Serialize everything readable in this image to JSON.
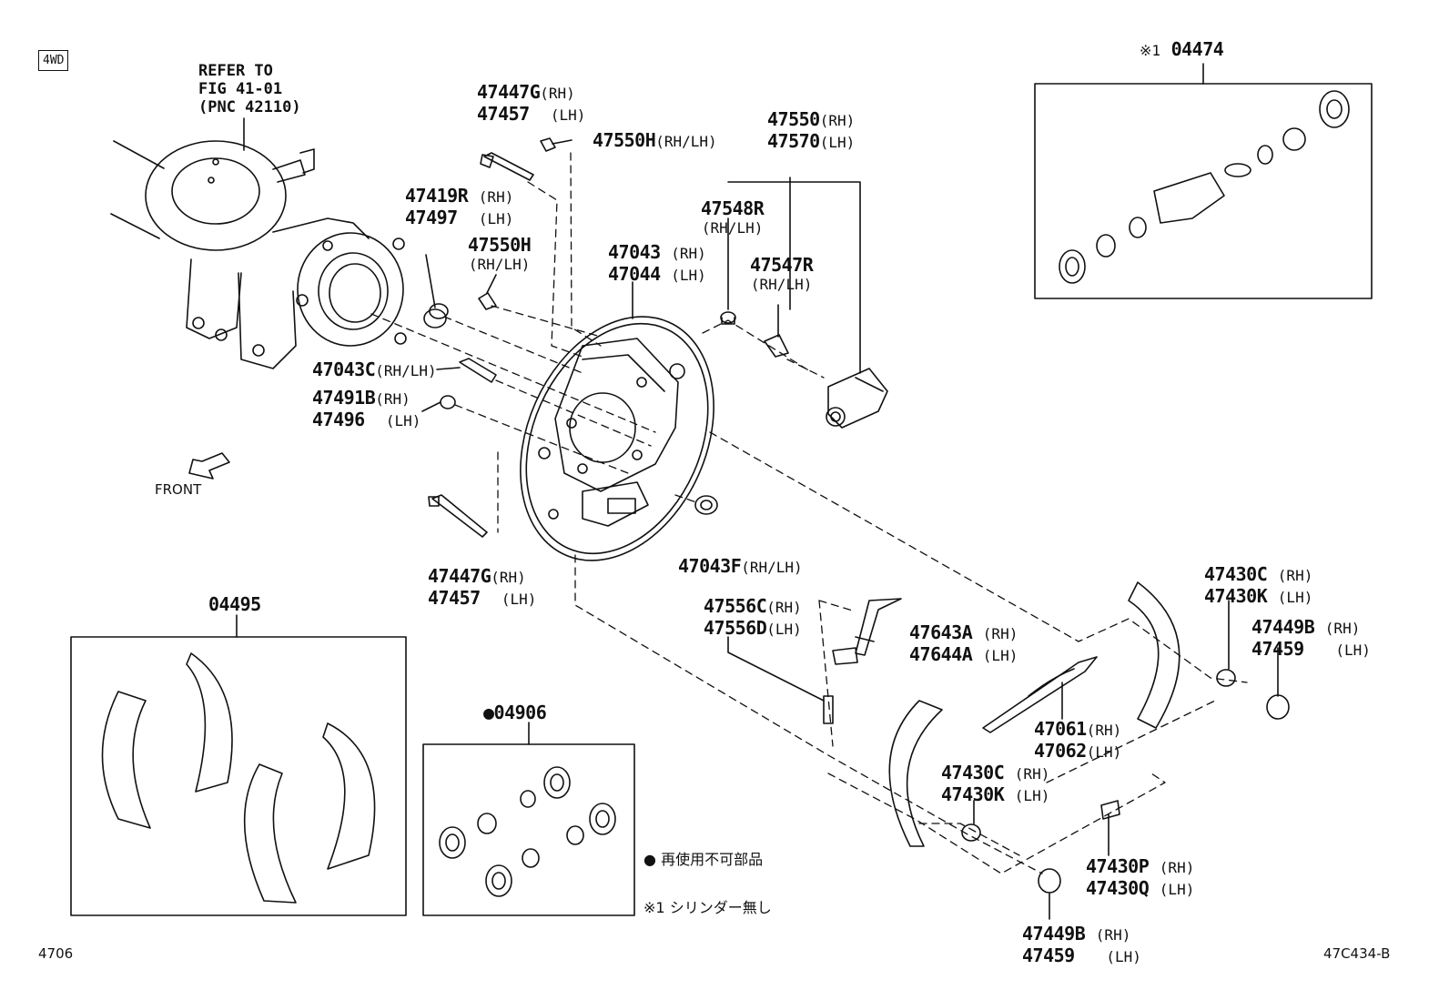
{
  "badge": "4WD",
  "refer": [
    "REFER TO",
    "FIG 41-01",
    "(PNC 42110)"
  ],
  "front": "FRONT",
  "parts": {
    "p04474": {
      "mark": "※1",
      "pn": "04474"
    },
    "p47447G_top": {
      "l1": "47447G",
      "s1": "(RH)",
      "l2": "47457",
      "s2": "(LH)"
    },
    "p47550H_top": {
      "pn": "47550H",
      "s": "(RH/LH)"
    },
    "p47550": {
      "l1": "47550",
      "s1": "(RH)",
      "l2": "47570",
      "s2": "(LH)"
    },
    "p47419R": {
      "l1": "47419R",
      "s1": "(RH)",
      "l2": "47497",
      "s2": "(LH)"
    },
    "p47548R": {
      "pn": "47548R",
      "s": "(RH/LH)"
    },
    "p47550H_mid": {
      "pn": "47550H",
      "s": "(RH/LH)"
    },
    "p47043": {
      "l1": "47043",
      "s1": "(RH)",
      "l2": "47044",
      "s2": "(LH)"
    },
    "p47547R": {
      "pn": "47547R",
      "s": "(RH/LH)"
    },
    "p47043C": {
      "pn": "47043C",
      "s": "(RH/LH)"
    },
    "p47491B": {
      "l1": "47491B",
      "s1": "(RH)",
      "l2": "47496",
      "s2": "(LH)"
    },
    "p47447G_bot": {
      "l1": "47447G",
      "s1": "(RH)",
      "l2": "47457",
      "s2": "(LH)"
    },
    "p47043F": {
      "pn": "47043F",
      "s": "(RH/LH)"
    },
    "p04495": {
      "pn": "04495"
    },
    "p47556C": {
      "l1": "47556C",
      "s1": "(RH)",
      "l2": "47556D",
      "s2": "(LH)"
    },
    "p47643A": {
      "l1": "47643A",
      "s1": "(RH)",
      "l2": "47644A",
      "s2": "(LH)"
    },
    "p47430C_top": {
      "l1": "47430C",
      "s1": "(RH)",
      "l2": "47430K",
      "s2": "(LH)"
    },
    "p47449B_top": {
      "l1": "47449B",
      "s1": "(RH)",
      "l2": "47459",
      "s2": "(LH)"
    },
    "p04906": {
      "mark": "●",
      "pn": "04906"
    },
    "p47061": {
      "l1": "47061",
      "s1": "(RH)",
      "l2": "47062",
      "s2": "(LH)"
    },
    "p47430C_mid": {
      "l1": "47430C",
      "s1": "(RH)",
      "l2": "47430K",
      "s2": "(LH)"
    },
    "p47430P": {
      "l1": "47430P",
      "s1": "(RH)",
      "l2": "47430Q",
      "s2": "(LH)"
    },
    "p47449B_bot": {
      "l1": "47449B",
      "s1": "(RH)",
      "l2": "47459",
      "s2": "(LH)"
    }
  },
  "legend": {
    "non_reusable_mark": "●",
    "non_reusable": "再使用不可部品",
    "note_mark": "※1",
    "note": "シリンダー無し"
  },
  "footer": {
    "left": "4706",
    "right": "47C434-B"
  }
}
